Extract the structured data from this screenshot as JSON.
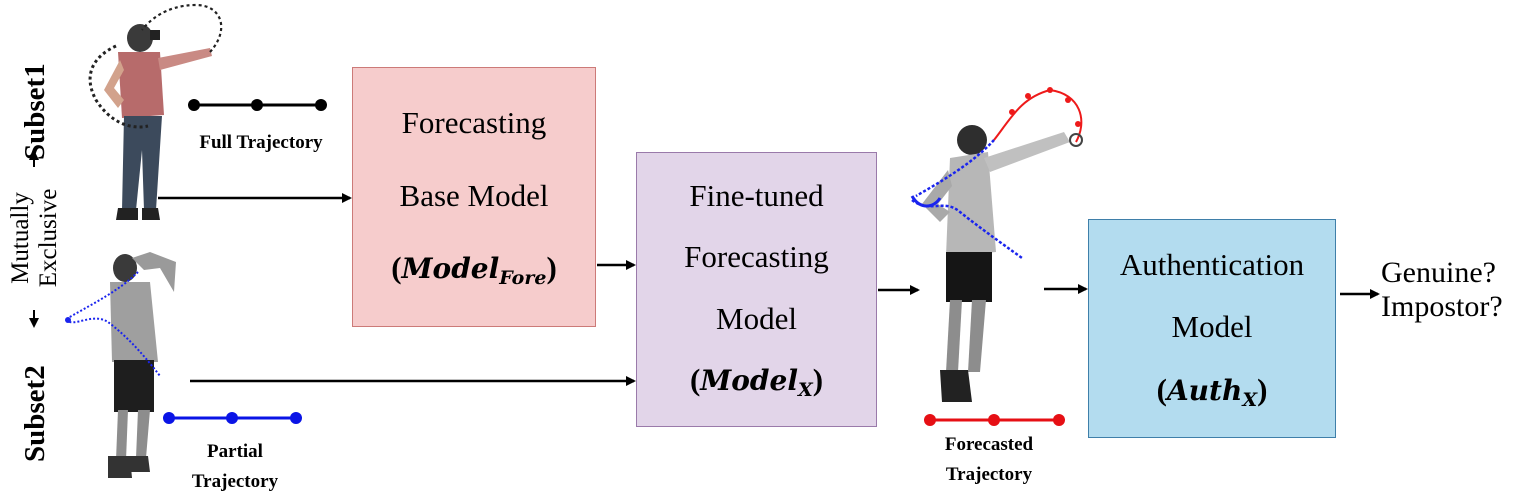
{
  "side": {
    "subset1": "Subset1",
    "subset2": "Subset2",
    "mutual_line1": "Mutually",
    "mutual_line2": "Exclusive"
  },
  "trajectories": {
    "full": "Full Trajectory",
    "partial_line1": "Partial",
    "partial_line2": "Trajectory",
    "forecasted_line1": "Forecasted",
    "forecasted_line2": "Trajectory"
  },
  "boxes": {
    "forecasting_base": {
      "line1": "Forecasting",
      "line2": "Base Model",
      "model_base": "Model",
      "model_sub": "Fore"
    },
    "fine_tuned": {
      "line1": "Fine-tuned",
      "line2": "Forecasting",
      "line3": "Model",
      "model_base": "Model",
      "model_sub": "X"
    },
    "authentication": {
      "line1": "Authentication",
      "line2": "Model",
      "model_base": "Auth",
      "model_sub": "X"
    }
  },
  "output": {
    "line1": "Genuine?",
    "line2": "Impostor?"
  },
  "colors": {
    "forecasting_box": "#f6cccc",
    "fine_tuned_box": "#e2d5e9",
    "authentication_box": "#b3dcef",
    "full_trajectory": "#000000",
    "partial_trajectory": "#0a14e6",
    "forecasted_trajectory": "#e60f14"
  },
  "icons": [
    "person-full-trajectory-icon",
    "person-partial-trajectory-icon",
    "person-forecasted-trajectory-icon"
  ]
}
